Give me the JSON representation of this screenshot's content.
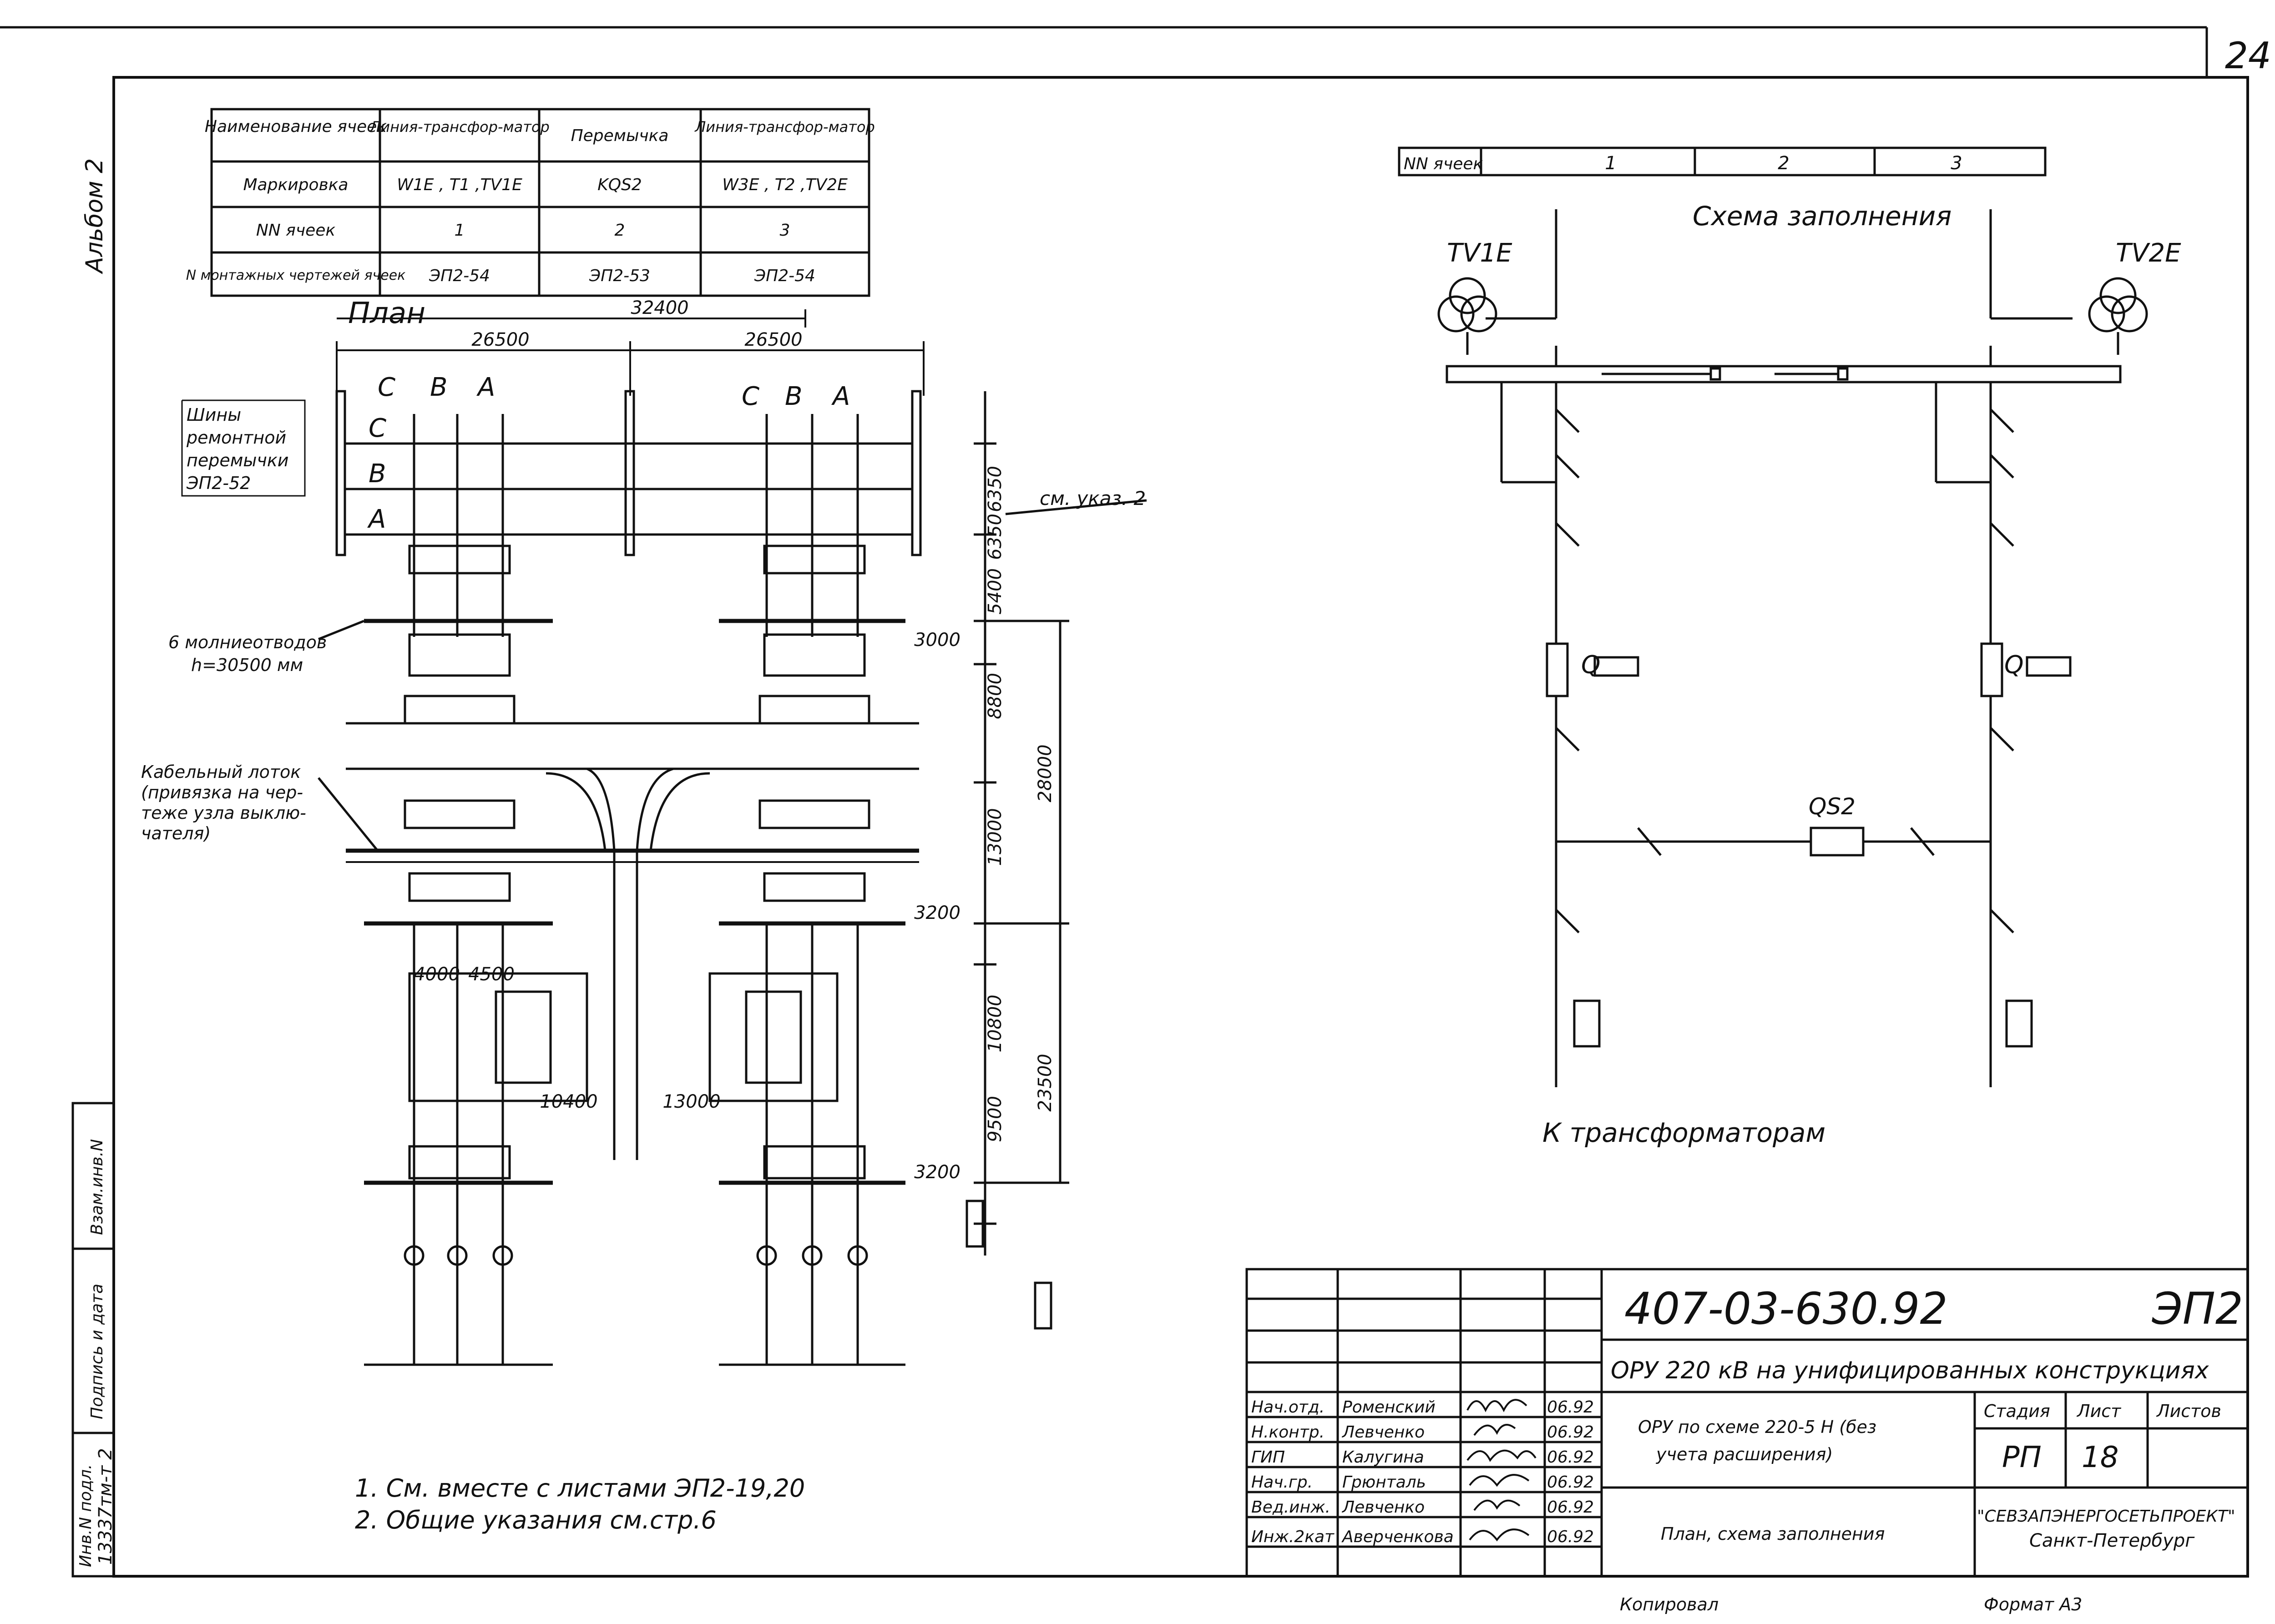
{
  "page": {
    "sheet_number": "24",
    "album": "Альбом 2",
    "copied_by": "Копировал",
    "format": "Формат А3"
  },
  "cells_table": {
    "rows": [
      [
        "Наименование ячеек",
        "Линия-трансфор-матор",
        "Перемычка",
        "Линия-трансфор-матор"
      ],
      [
        "Маркировка",
        "W1E , T1 ,TV1E",
        "KQS2",
        "W3E , T2 ,TV2E"
      ],
      [
        "NN ячеек",
        "1",
        "2",
        "3"
      ],
      [
        "N монтажных чертежей ячеек",
        "ЭП2-54",
        "ЭП2-53",
        "ЭП2-54"
      ]
    ]
  },
  "plan": {
    "title": "План",
    "dims": {
      "total_width": "32400",
      "left_bay": "26500",
      "right_bay": "26500",
      "v1": "6350",
      "v2": "6350",
      "v3": "5400",
      "v4": "3000",
      "v5": "8800",
      "v6": "28000",
      "v7": "13000",
      "v8": "3200",
      "v9": "10800",
      "v10": "9500",
      "v11": "23500",
      "v12": "3200",
      "h1": "4000",
      "h2": "4500",
      "h3": "10400",
      "h4": "13000"
    },
    "phases": [
      "C",
      "B",
      "A"
    ],
    "labels": {
      "busbars": [
        "Шины",
        "ремонтной",
        "перемычки",
        "ЭП2-52"
      ],
      "see_note": "см. указ. 2",
      "lightning": "6 молниеотводов",
      "lightning_h": "h=30500 мм",
      "cable_tray": [
        "Кабельный лоток",
        "(привязка на чер-",
        "теже узла выклю-",
        "чателя)"
      ]
    },
    "notes": [
      "1. См. вместе с листами ЭП2-19,20",
      "2. Общие указания см.стр.6"
    ]
  },
  "schematic": {
    "header_label": "NN ячеек",
    "cells": [
      "1",
      "2",
      "3"
    ],
    "title": "Схема заполнения",
    "tv_left": "TV1E",
    "tv_right": "TV2E",
    "breaker": "Q",
    "bridge": "QS2",
    "to_transformers": "К трансформаторам"
  },
  "stamp": {
    "code": "407-03-630.92",
    "section": "ЭП2",
    "project": "ОРУ 220 кВ на унифицированных конструкциях",
    "sheet_desc": [
      "ОРУ по схеме 220-5 Н (без",
      "учета расширения)"
    ],
    "drawing_title": "План, схема заполнения",
    "org": [
      "\"СЕВЗАПЭНЕРГОСЕТЬПРОЕКТ\"",
      "Санкт-Петербург"
    ],
    "headers": [
      "Стадия",
      "Лист",
      "Листов"
    ],
    "stage": "РП",
    "sheet": "18",
    "sheets": "",
    "signatures": [
      {
        "role": "Нач.отд.",
        "name": "Роменский",
        "date": "06.92"
      },
      {
        "role": "Н.контр.",
        "name": "Левченко",
        "date": "06.92"
      },
      {
        "role": "ГИП",
        "name": "Калугина",
        "date": "06.92"
      },
      {
        "role": "Нач.гр.",
        "name": "Грюнталь",
        "date": "06.92"
      },
      {
        "role": "Вед.инж.",
        "name": "Левченко",
        "date": "06.92"
      },
      {
        "role": "Инж.2кат",
        "name": "Аверченкова",
        "date": "06.92"
      }
    ]
  },
  "side_stamp": {
    "labels": [
      "Взам.инв.N",
      "Подпись и дата",
      "Инв.N подл."
    ],
    "inv_value": "13337тм-т 2"
  }
}
